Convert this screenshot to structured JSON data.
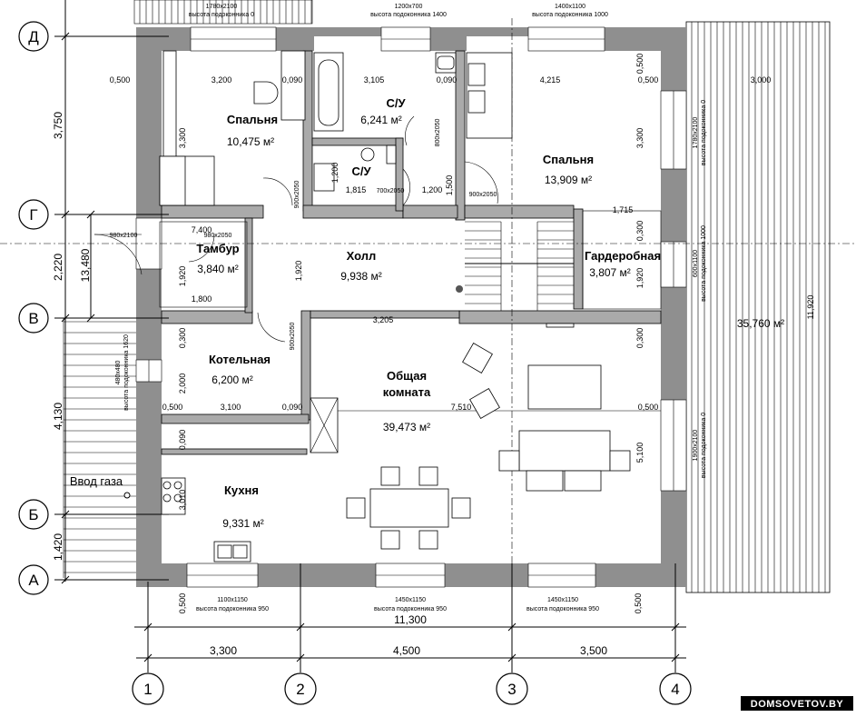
{
  "axes": {
    "rows": [
      "Д",
      "Г",
      "В",
      "Б",
      "А"
    ],
    "cols": [
      "1",
      "2",
      "3",
      "4"
    ]
  },
  "rooms": [
    {
      "name": "Спальня",
      "area": "10,475 м²"
    },
    {
      "name": "С/У",
      "area": "6,241 м²"
    },
    {
      "name": "С/У",
      "area": ""
    },
    {
      "name": "Спальня",
      "area": "13,909 м²"
    },
    {
      "name": "Тамбур",
      "area": "3,840 м²"
    },
    {
      "name": "Холл",
      "area": "9,938 м²"
    },
    {
      "name": "Гардеробная",
      "area": "3,807 м²"
    },
    {
      "name": "Котельная",
      "area": "6,200 м²"
    },
    {
      "name": "Общая комната",
      "name_line1": "Общая",
      "name_line2": "комната",
      "area": "39,473 м²"
    },
    {
      "name": "Кухня",
      "area": "9,331 м²"
    }
  ],
  "terrace": {
    "area": "35,760 м²",
    "width": "3,000",
    "length": "11,920"
  },
  "gas_inlet": "Ввод газа",
  "top_windows": [
    {
      "size": "1780x2100",
      "sill": "высота подоконника 0"
    },
    {
      "size": "1200x700",
      "sill": "высота подоконника 1400"
    },
    {
      "size": "1400x1100",
      "sill": "высота подоконника 1000"
    }
  ],
  "bottom_windows": [
    {
      "size": "1100x1150",
      "sill": "высота подоконника 950"
    },
    {
      "size": "1450x1150",
      "sill": "высота подоконника 950"
    },
    {
      "size": "1450x1150",
      "sill": "высота подоконника 950"
    }
  ],
  "right_windows": [
    {
      "size": "1780x2100",
      "sill": "высота подоконника 0"
    },
    {
      "size": "600x1100",
      "sill": "высота подоконника 1000"
    },
    {
      "size": "1900x2100",
      "sill": "высота подоконника 0"
    }
  ],
  "left_window": {
    "size": "480x480",
    "sill": "высота подоконника 1620"
  },
  "doors": [
    "980x2100",
    "980x2050",
    "700x2050",
    "900x2050",
    "900x2050",
    "800x2050",
    "900x2050"
  ],
  "dimensions": {
    "overall_width": "11,300",
    "col_spans": [
      "3,300",
      "4,500",
      "3,500"
    ],
    "row_spans": [
      "3,750",
      "2,220",
      "4,130",
      "1,420"
    ],
    "overall_height": "13,480",
    "inner": {
      "d_row": [
        "0,500",
        "3,200",
        "0,090",
        "3,105",
        "0,090",
        "4,215",
        "0,500"
      ],
      "bed1_height": "3,300",
      "bed2_height": "3,300",
      "wc2_width": "1,815",
      "wc2_height": "1,200",
      "hall_gap": "1,200",
      "hall_v": "1,500",
      "tambur_w": "7,400",
      "tambur_h": "1,920",
      "tambur_base": "1,800",
      "hall_h": "1,920",
      "hall_w": "3,205",
      "ward_w": "1,715",
      "ward_top": "0,300",
      "ward_h": "1,920",
      "boiler_top": "0,300",
      "boiler_h": "2,000",
      "boiler_row": [
        "0,500",
        "3,100",
        "0,090"
      ],
      "living_w": "7,510",
      "living_top": "0,300",
      "living_h": "5,100",
      "living_right": "0,500",
      "kitchen_top": "0,090",
      "kitchen_h": "3,010",
      "bottom_left": "0,500",
      "bottom_right": "0,500",
      "top_right": "0,500"
    }
  },
  "watermark": "DOMSOVETOV.BY"
}
